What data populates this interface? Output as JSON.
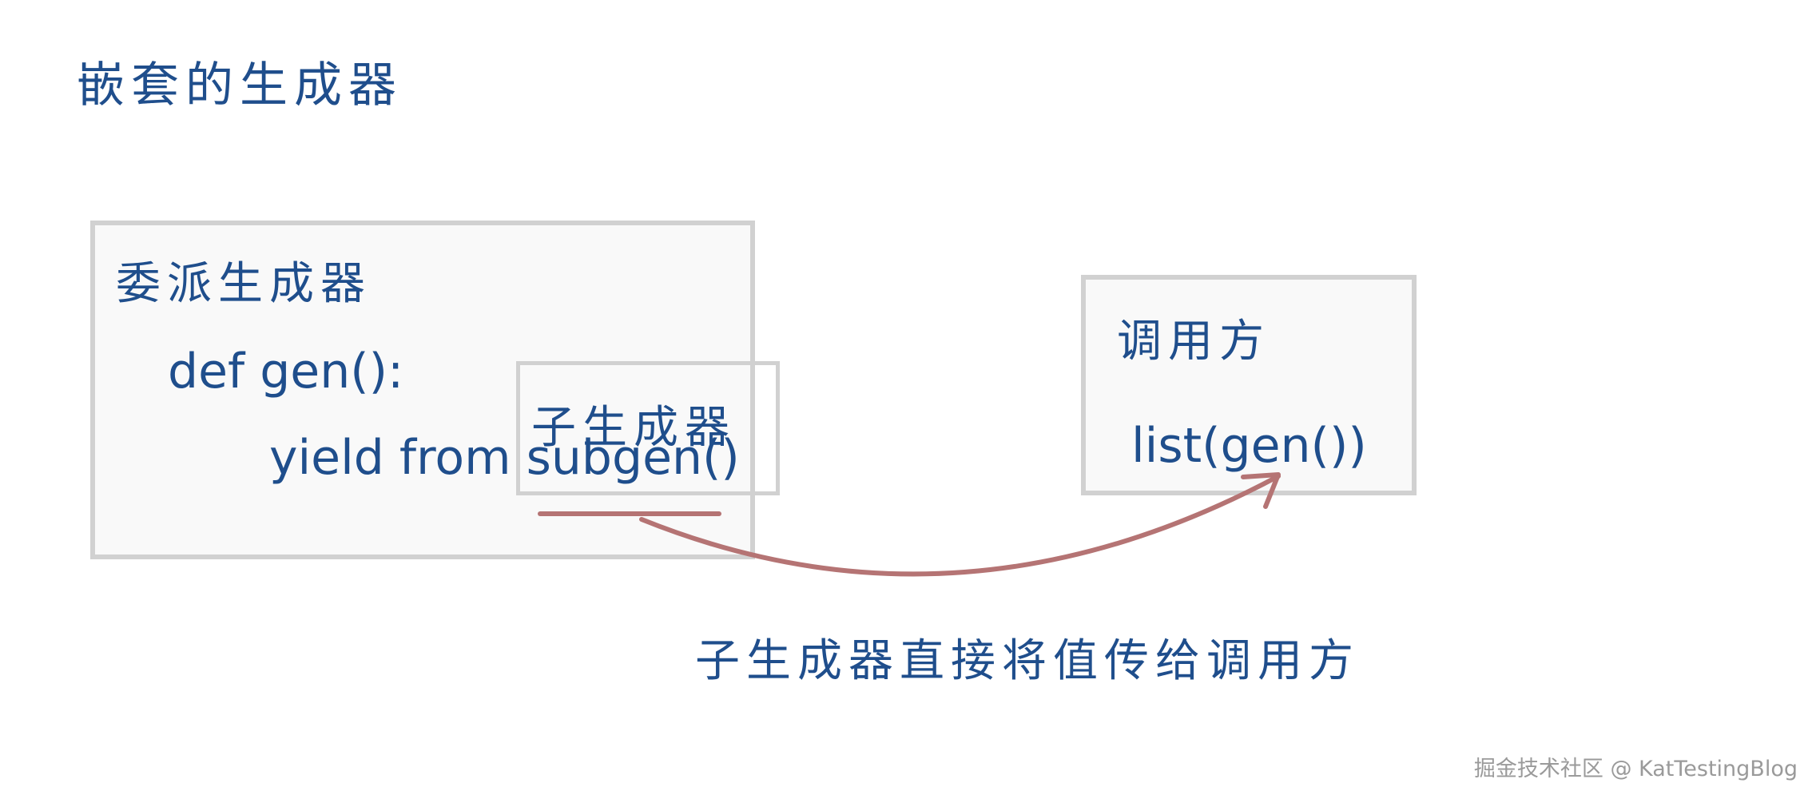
{
  "title": "嵌套的生成器",
  "delegating": {
    "label": "委派生成器",
    "code_line_1": "def gen():",
    "code_line_2": "yield from subgen()"
  },
  "subgenerator": {
    "label": "子生成器"
  },
  "caller": {
    "label": "调用方",
    "code": "list(gen())"
  },
  "arrow": {
    "caption": "子生成器直接将值传给调用方",
    "color": "#b57474"
  },
  "watermark": "掘金技术社区 @ KatTestingBlog",
  "colors": {
    "text": "#1f4e8c",
    "box_border": "#d1d1d1",
    "box_fill": "#f9f9f9"
  }
}
